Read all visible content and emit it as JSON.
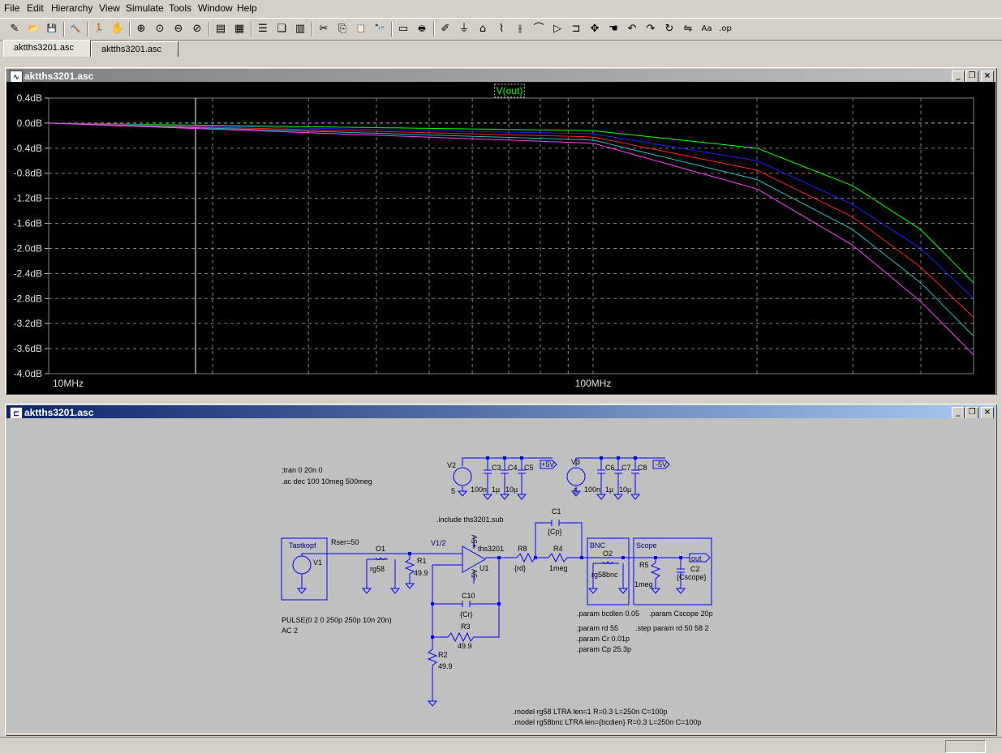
{
  "menu": [
    "File",
    "Edit",
    "Hierarchy",
    "View",
    "Simulate",
    "Tools",
    "Window",
    "Help"
  ],
  "tabs": [
    "aktths3201.asc",
    "aktths3201.asc"
  ],
  "plot_window": {
    "title": "aktths3201.asc",
    "trace_label": "V(out)"
  },
  "schematic_window": {
    "title": "aktths3201.asc"
  },
  "window_buttons": {
    "minimize": "_",
    "restore": "❐",
    "close": "×"
  },
  "toolbar_icons": [
    "new-schematic-icon",
    "open-icon",
    "save-icon",
    "control-panel-icon",
    "run-icon",
    "halt-icon",
    "zoom-in-icon",
    "zoom-fit-icon",
    "zoom-out-icon",
    "zoom-cancel-icon",
    "autorange-icon",
    "grid-icon",
    "tile-horizontal-icon",
    "cascade-icon",
    "tile-vertical-icon",
    "cut-icon",
    "copy-icon",
    "paste-icon",
    "find-icon",
    "print-setup-icon",
    "print-icon",
    "wire-icon",
    "ground-icon",
    "label-net-icon",
    "resistor-icon",
    "capacitor-icon",
    "inductor-icon",
    "diode-icon",
    "component-icon",
    "move-icon",
    "drag-icon",
    "undo-icon",
    "redo-icon",
    "rotate-icon",
    "mirror-icon",
    "text-icon",
    "spice-directive-icon"
  ],
  "colors": {
    "green": "#00ff00",
    "blue": "#1e1eff",
    "red": "#ff2020",
    "cyan": "#20c0c0",
    "magenta": "#ff40ff",
    "wire": "#0000ff",
    "label": "#000080"
  },
  "chart_data": {
    "type": "line",
    "title": "V(out)",
    "xlabel": "",
    "ylabel": "",
    "xscale": "log",
    "xlim": [
      10000000,
      500000000
    ],
    "ylim": [
      -4.0,
      0.4
    ],
    "x_ticks": [
      "10MHz",
      "100MHz"
    ],
    "y_ticks": [
      "0.4dB",
      "0.0dB",
      "-0.4dB",
      "-0.8dB",
      "-1.2dB",
      "-1.6dB",
      "-2.0dB",
      "-2.4dB",
      "-2.8dB",
      "-3.2dB",
      "-3.6dB",
      "-4.0dB"
    ],
    "grid": true,
    "series": [
      {
        "color": "#00ff00",
        "x": [
          10000000,
          100000000,
          200000000,
          300000000,
          400000000,
          500000000
        ],
        "y": [
          0.0,
          -0.12,
          -0.4,
          -1.0,
          -1.7,
          -2.55
        ]
      },
      {
        "color": "#1e1eff",
        "x": [
          10000000,
          100000000,
          200000000,
          300000000,
          400000000,
          500000000
        ],
        "y": [
          0.0,
          -0.17,
          -0.6,
          -1.3,
          -2.0,
          -2.8
        ]
      },
      {
        "color": "#ff2020",
        "x": [
          10000000,
          100000000,
          200000000,
          300000000,
          400000000,
          500000000
        ],
        "y": [
          0.0,
          -0.22,
          -0.75,
          -1.5,
          -2.3,
          -3.1
        ]
      },
      {
        "color": "#20c0c0",
        "x": [
          10000000,
          100000000,
          200000000,
          300000000,
          400000000,
          500000000
        ],
        "y": [
          0.0,
          -0.27,
          -0.9,
          -1.7,
          -2.55,
          -3.4
        ]
      },
      {
        "color": "#ff40ff",
        "x": [
          10000000,
          100000000,
          200000000,
          300000000,
          400000000,
          500000000
        ],
        "y": [
          0.0,
          -0.32,
          -1.05,
          -1.95,
          -2.85,
          -3.7
        ]
      }
    ]
  },
  "schematic": {
    "directives": {
      "tran": ";tran 0 20n 0",
      "ac": ".ac dec 100 10meg 500meg",
      "include": ".include ths3201.sub",
      "pulse": "PULSE(0 2 0 250p 250p 10n 20n)",
      "ac2": "AC 2",
      "param_bcdlen": ".param bcdlen 0.05",
      "param_cscope": ".param Cscope 20p",
      "param_rd": ";param rd 55",
      "step": ".step param rd 50 58 2",
      "param_cr": ".param Cr 0.01p",
      "param_cp": ".param Cp 25.3p",
      "model_rg58": ".model rg58 LTRA len=1 R=0.3 L=250n C=100p",
      "model_rg58bnc": ".model rg58bnc LTRA len={bcdlen} R=0.3 L=250n C=100p"
    },
    "labels": {
      "v2": "V2",
      "v2_val": "5",
      "c3": "C3",
      "c4": "C4",
      "c5": "C5",
      "c3_val": "100n",
      "c4_val": "1µ",
      "c5_val": "10µ",
      "plus5v_1": "+5V",
      "v3": "V3",
      "v3_val": "5",
      "c6": "C6",
      "c7": "C7",
      "c8": "C8",
      "c6_val": "100n",
      "c7_val": "1µ",
      "c8_val": "10µ",
      "minus5v_1": "-5V",
      "tastkopf": "Tastkopf",
      "v1": "V1",
      "rser": "Rser=50",
      "o1": "O1",
      "rg58": "rg58",
      "r1": "R1",
      "r1_val": "49.9",
      "v12": "V1/2",
      "ths3201": "ths3201",
      "u1": "U1",
      "plus5v_2": "+5V",
      "minus5v_2": "-5V",
      "c1": "C1",
      "cp": "{Cp}",
      "r8": "R8",
      "rd": "{rd}",
      "r4": "R4",
      "r4_val": "1meg",
      "c10": "C10",
      "cr": "{Cr}",
      "r3": "R3",
      "r3_val": "49.9",
      "r2": "R2",
      "r2_val": "49.9",
      "bnc": "BNC",
      "o2": "O2",
      "rg58bnc": "rg58bnc",
      "scope": "Scope",
      "r5": "R5",
      "r5_val": "1meg",
      "c2": "C2",
      "cscope": "{Cscope}",
      "out": "out"
    }
  }
}
